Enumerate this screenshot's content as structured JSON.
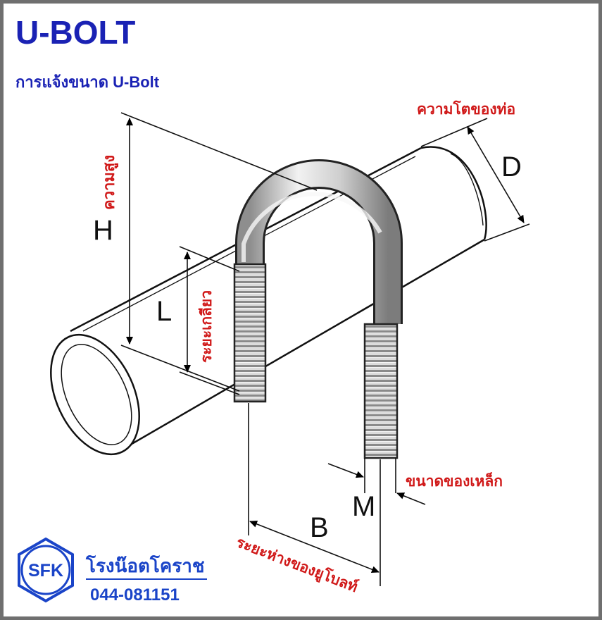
{
  "title": "U-BOLT",
  "subtitle": "การแจ้งขนาด U-Bolt",
  "dimensions": {
    "H": {
      "letter": "H",
      "label": "ความสูง"
    },
    "L": {
      "letter": "L",
      "label": "ระยะเกลียว"
    },
    "D": {
      "letter": "D",
      "label": "ความโตของท่อ"
    },
    "M": {
      "letter": "M",
      "label": "ขนาดของเหล็ก"
    },
    "B": {
      "letter": "B",
      "label": "ระยะห่างของยูโบลท์"
    }
  },
  "logo": {
    "text": "SFK",
    "company": "โรงน๊อตโคราช",
    "phone": "044-081151"
  },
  "colors": {
    "title": "#1a22b4",
    "label_red": "#d01818",
    "logo_blue": "#1a44c8",
    "frame": "#6f6f6f"
  }
}
